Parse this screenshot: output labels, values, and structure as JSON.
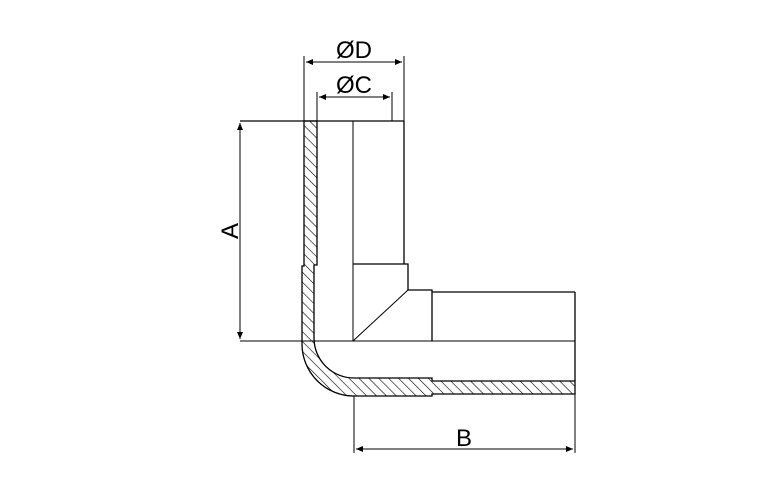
{
  "labels": {
    "outer_diameter": "ØD",
    "inner_diameter": "ØC",
    "height": "A",
    "length": "B"
  }
}
